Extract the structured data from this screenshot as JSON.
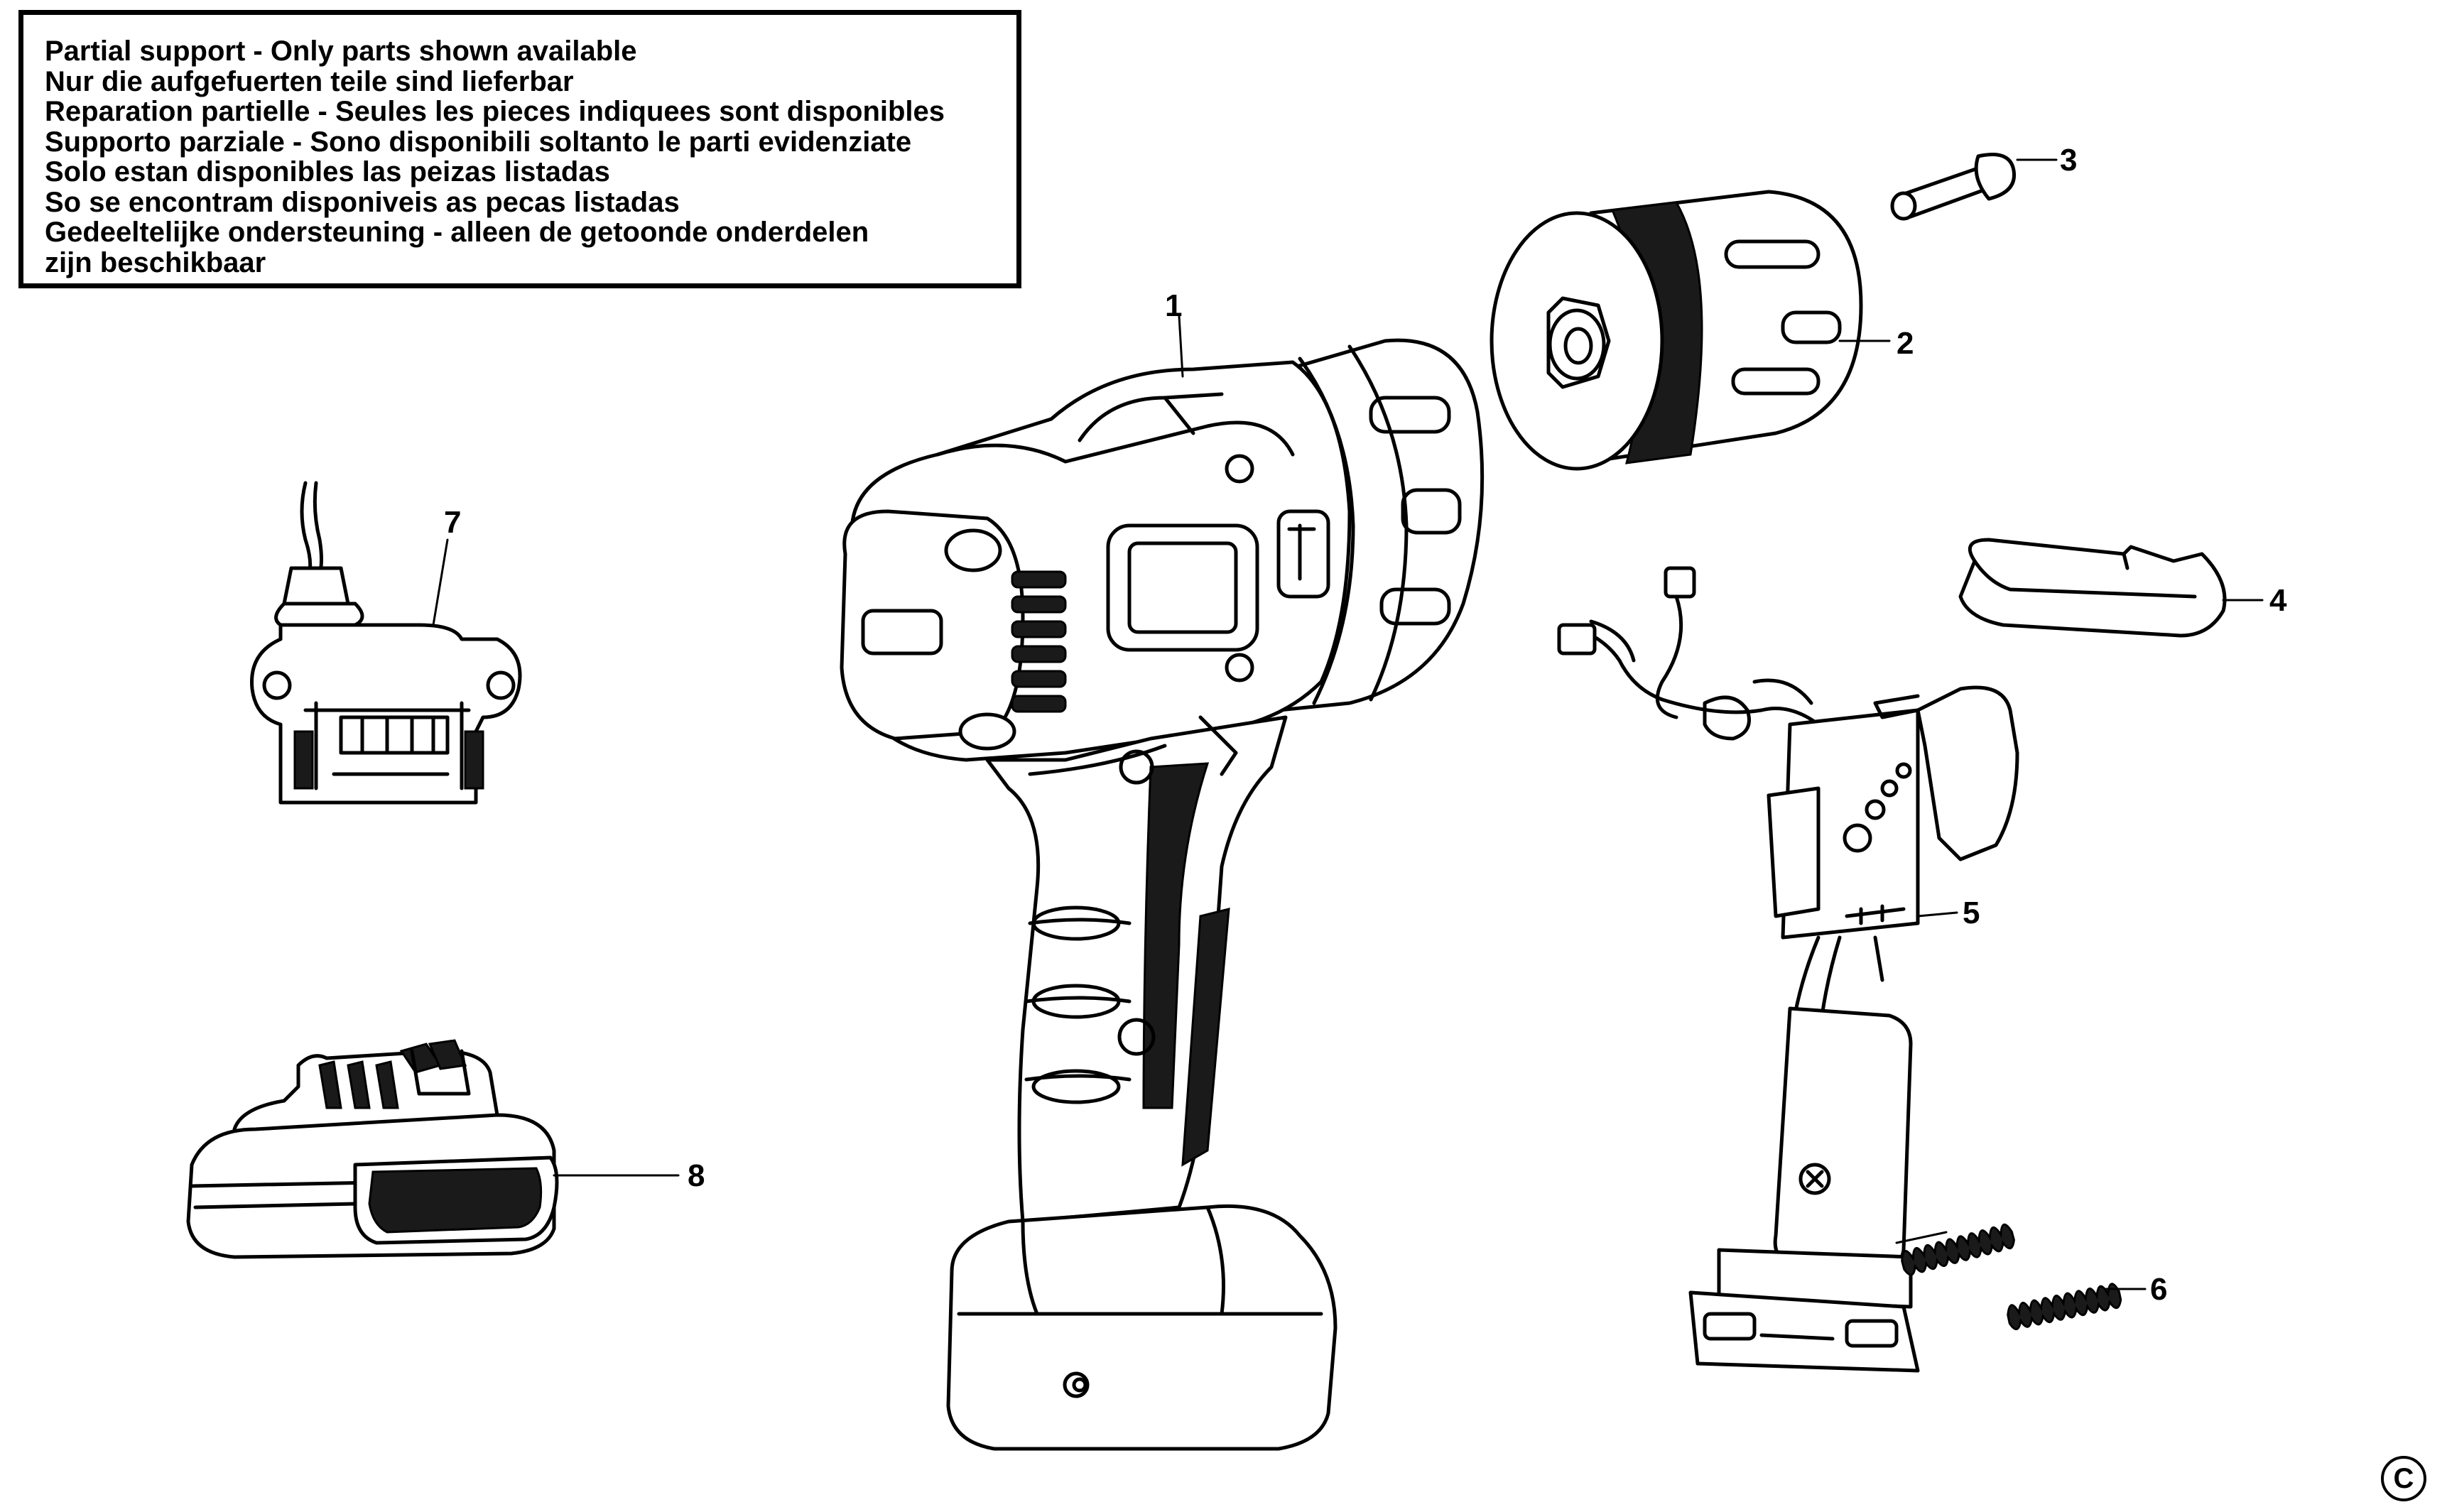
{
  "notice": {
    "lines": [
      "Partial support - Only parts shown available",
      "Nur die aufgefuerten teile sind lieferbar",
      "Reparation partielle - Seules les pieces indiquees sont disponibles",
      "Supporto parziale - Sono disponibili soltanto le parti evidenziate",
      "Solo estan disponibles las peizas listadas",
      "So se encontram disponiveis as pecas listadas",
      "Gedeeltelijke ondersteuning - alleen de getoonde onderdelen",
      "zijn beschikbaar"
    ]
  },
  "callouts": {
    "part1": "1",
    "part2": "2",
    "part3": "3",
    "part4": "4",
    "part5": "5",
    "part6": "6",
    "part7": "7",
    "part8": "8"
  },
  "copyright": "C",
  "icons": {
    "drill_body": "drill-body-icon",
    "chuck": "chuck-icon",
    "screw": "screw-icon",
    "switch_bar": "switch-bar-icon",
    "switch": "trigger-switch-icon",
    "springs": "spring-icon",
    "charger": "charger-icon",
    "battery": "battery-pack-icon"
  }
}
